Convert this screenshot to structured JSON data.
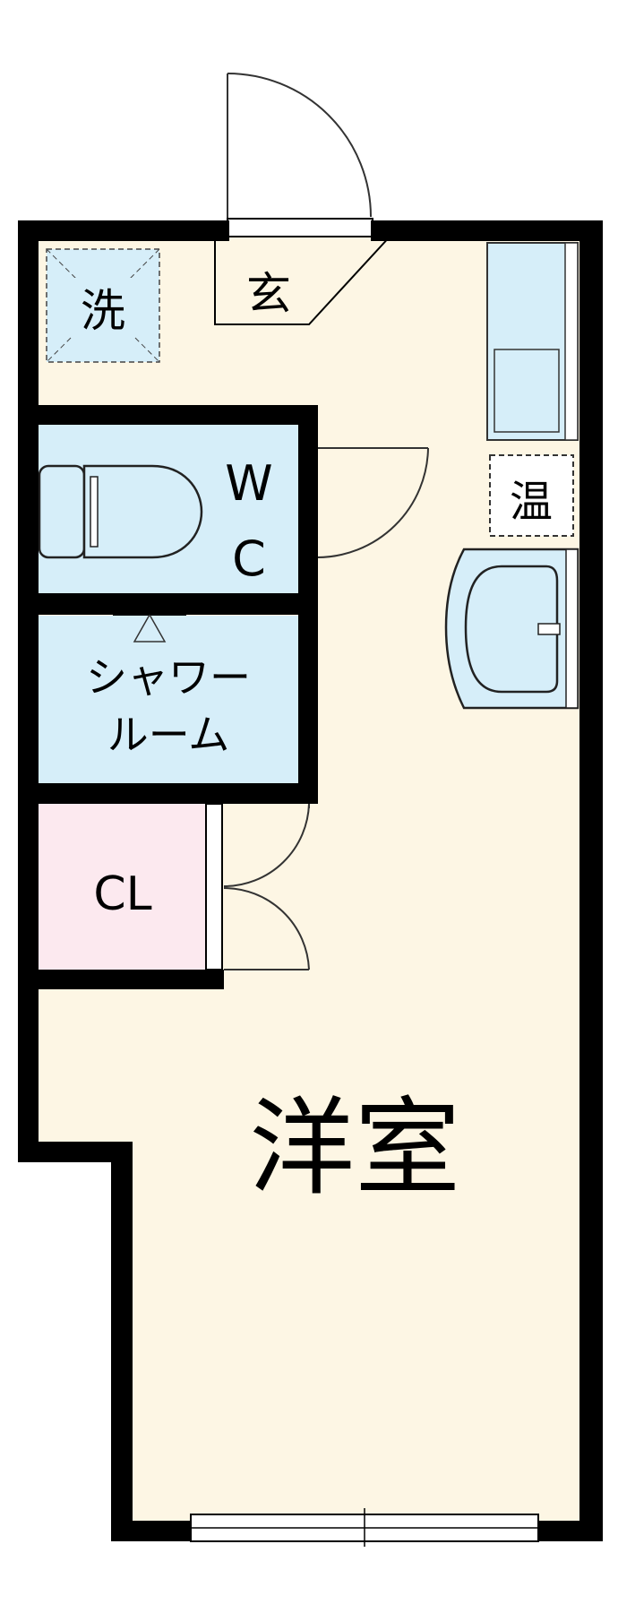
{
  "colors": {
    "wall": "#000000",
    "floor": "#fdf6e4",
    "wet_area": "#d6eef9",
    "closet": "#fce9ef",
    "fixture_stroke": "#222222"
  },
  "rooms": {
    "entrance": "玄",
    "washer": "洗",
    "wc_top": "W",
    "wc_bottom": "C",
    "shower_line1": "シャワー",
    "shower_line2": "ルーム",
    "closet": "CL",
    "water_heater": "温",
    "western_room": "洋室"
  }
}
